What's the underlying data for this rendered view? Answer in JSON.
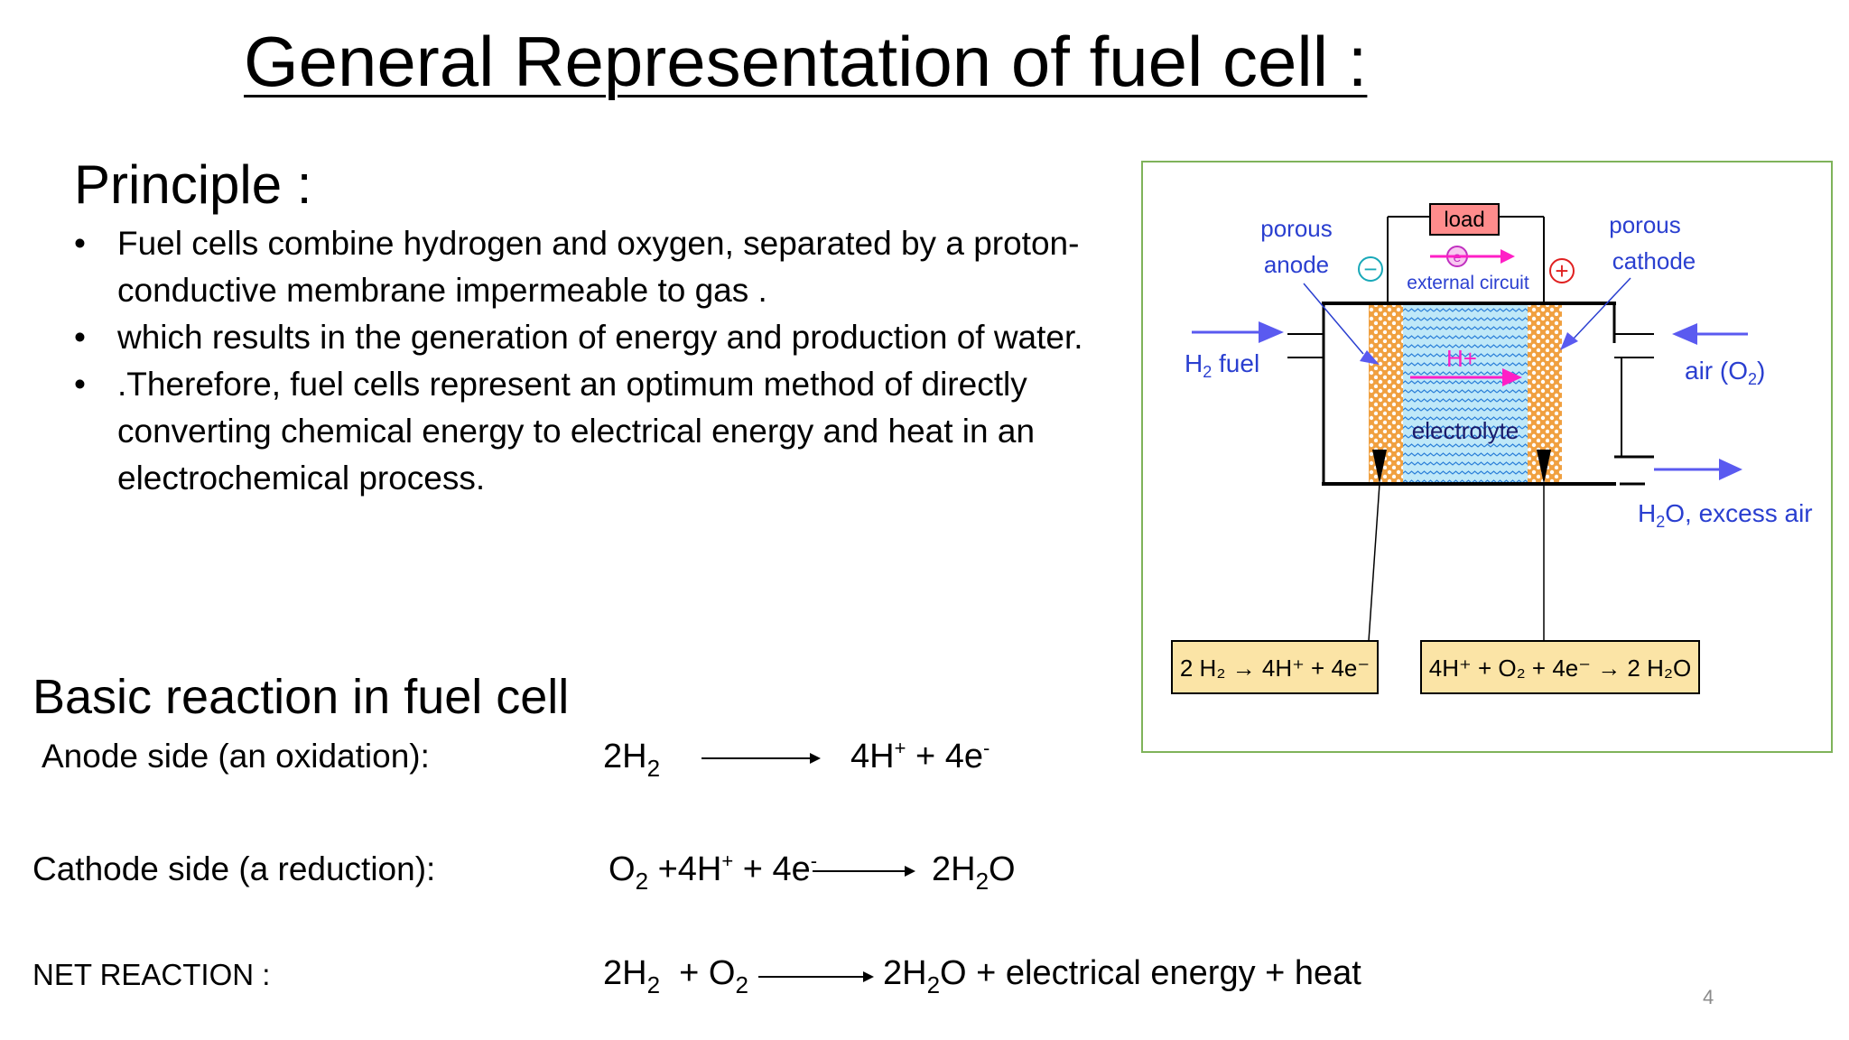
{
  "slide": {
    "title": "General Representation of fuel cell :",
    "page_number": "4"
  },
  "principle": {
    "heading": "Principle :",
    "bullets": [
      "Fuel cells combine hydrogen and oxygen, separated by a proton-conductive membrane impermeable to gas .",
      " which results in the generation of energy and production of water.",
      ".Therefore, fuel cells represent an optimum method of directly converting chemical energy to electrical energy and heat in an electrochemical process."
    ]
  },
  "reactions": {
    "heading": "Basic reaction in fuel cell",
    "anode": {
      "label": "Anode side (an oxidation):",
      "lhs_coef": "2H",
      "lhs_sub": "2",
      "rhs_a": "4H",
      "rhs_a_sup": "+",
      "rhs_b": " + 4e",
      "rhs_b_sup": "-"
    },
    "cathode": {
      "label": "Cathode side (a reduction):",
      "lhs_o": "O",
      "lhs_o_sub": "2",
      "lhs_mid": " +4H",
      "lhs_mid_sup": "+",
      "lhs_e": " + 4e",
      "lhs_e_sup": "-",
      "rhs": "2H",
      "rhs_sub": "2",
      "rhs_end": "O"
    },
    "net": {
      "label": "NET REACTION :",
      "lhs_a": "2H",
      "lhs_a_sub": "2",
      "lhs_b": "  + O",
      "lhs_b_sub": "2",
      "rhs_a": "2H",
      "rhs_a_sub": "2",
      "rhs_b": "O + electrical energy + heat"
    }
  },
  "diagram": {
    "load": "load",
    "porous_anode_1": "porous",
    "porous_anode_2": "anode",
    "porous_cathode_1": "porous",
    "porous_cathode_2": "cathode",
    "external_circuit": "external circuit",
    "electron": "e",
    "minus": "−",
    "plus": "+",
    "h2_fuel_a": "H",
    "h2_fuel_sub": "2",
    "h2_fuel_b": " fuel",
    "air_a": "air (O",
    "air_sub": "2",
    "air_b": ")",
    "h_plus": "H+",
    "electrolyte": "electrolyte",
    "h2o_a": "H",
    "h2o_sub": "2",
    "h2o_b": "O, excess air",
    "anode_eq": "2 H₂ → 4H⁺ + 4e⁻",
    "cathode_eq": "4H⁺ + O₂ + 4e⁻ → 2 H₂O",
    "colors": {
      "arrow_blue": "#5a5af0",
      "label_blue": "#2a3fd0",
      "magenta": "#ff1fc6",
      "electrode": "#f0a040",
      "electrolyte": "#bfe8f8",
      "load_fill": "#ff8c8c",
      "box_fill": "#fbe4a6",
      "frame_green": "#7fb35a"
    }
  }
}
